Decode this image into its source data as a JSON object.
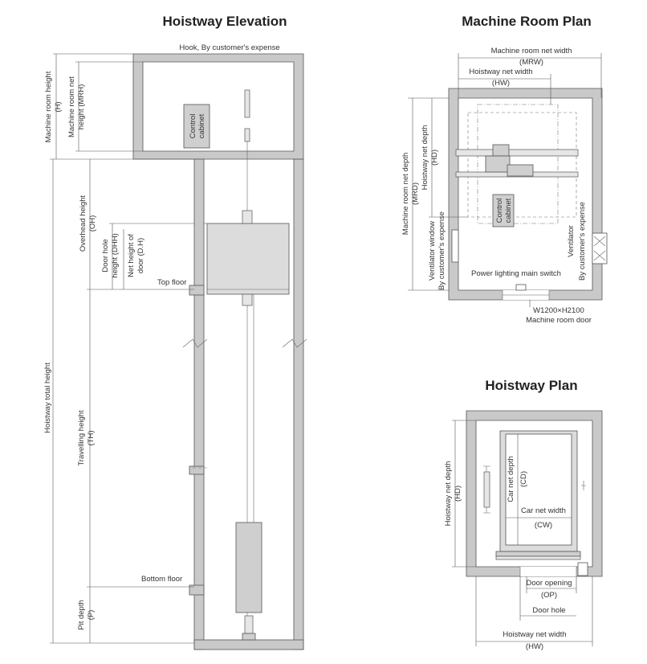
{
  "titles": {
    "elevation": "Hoistway Elevation",
    "machine_room": "Machine Room Plan",
    "hoistway_plan": "Hoistway Plan"
  },
  "elevation": {
    "hook": "Hook, By customer's expense",
    "mr_height_1": "Machine room height",
    "mr_height_2": "(H)",
    "mr_net_1": "Machine room net",
    "mr_net_2": "height (MRH)",
    "control_1": "Control",
    "control_2": "cabinet",
    "overhead_1": "Overhead height",
    "overhead_2": "(OH)",
    "door_hole_1": "Door hole",
    "door_hole_2": "height (DHH)",
    "net_door_1": "Net height of",
    "net_door_2": "door (D.H)",
    "top_floor": "Top floor",
    "total_height": "Hoistway total height",
    "travel_1": "Travelling height",
    "travel_2": "(TH)",
    "bottom_floor": "Bottom floor",
    "pit_1": "Pit depth",
    "pit_2": "(P)"
  },
  "machine_room": {
    "mrw_1": "Machine room net width",
    "mrw_2": "(MRW)",
    "hw_1": "Hoistway net width",
    "hw_2": "(HW)",
    "mrd_1": "Machine room net depth",
    "mrd_2": "(MRD)",
    "hd_1": "Hoistway net depth",
    "hd_2": "(HD)",
    "control_1": "Control",
    "control_2": "cabinet",
    "vent_window_1": "Ventilator window",
    "vent_window_2": "By customer's expense",
    "vent_1": "Ventilator",
    "vent_2": "By customer's expense",
    "power": "Power lighting main switch",
    "door_size": "W1200×H2100",
    "door": "Machine room door"
  },
  "hoistway_plan": {
    "hd_1": "Hoistway net depth",
    "hd_2": "(HD)",
    "cd_1": "Car net depth",
    "cd_2": "(CD)",
    "cw_1": "Car net width",
    "cw_2": "(CW)",
    "op_1": "Door opening",
    "op_2": "(OP)",
    "door_hole": "Door hole",
    "hw_1": "Hoistway net width",
    "hw_2": "(HW)"
  }
}
